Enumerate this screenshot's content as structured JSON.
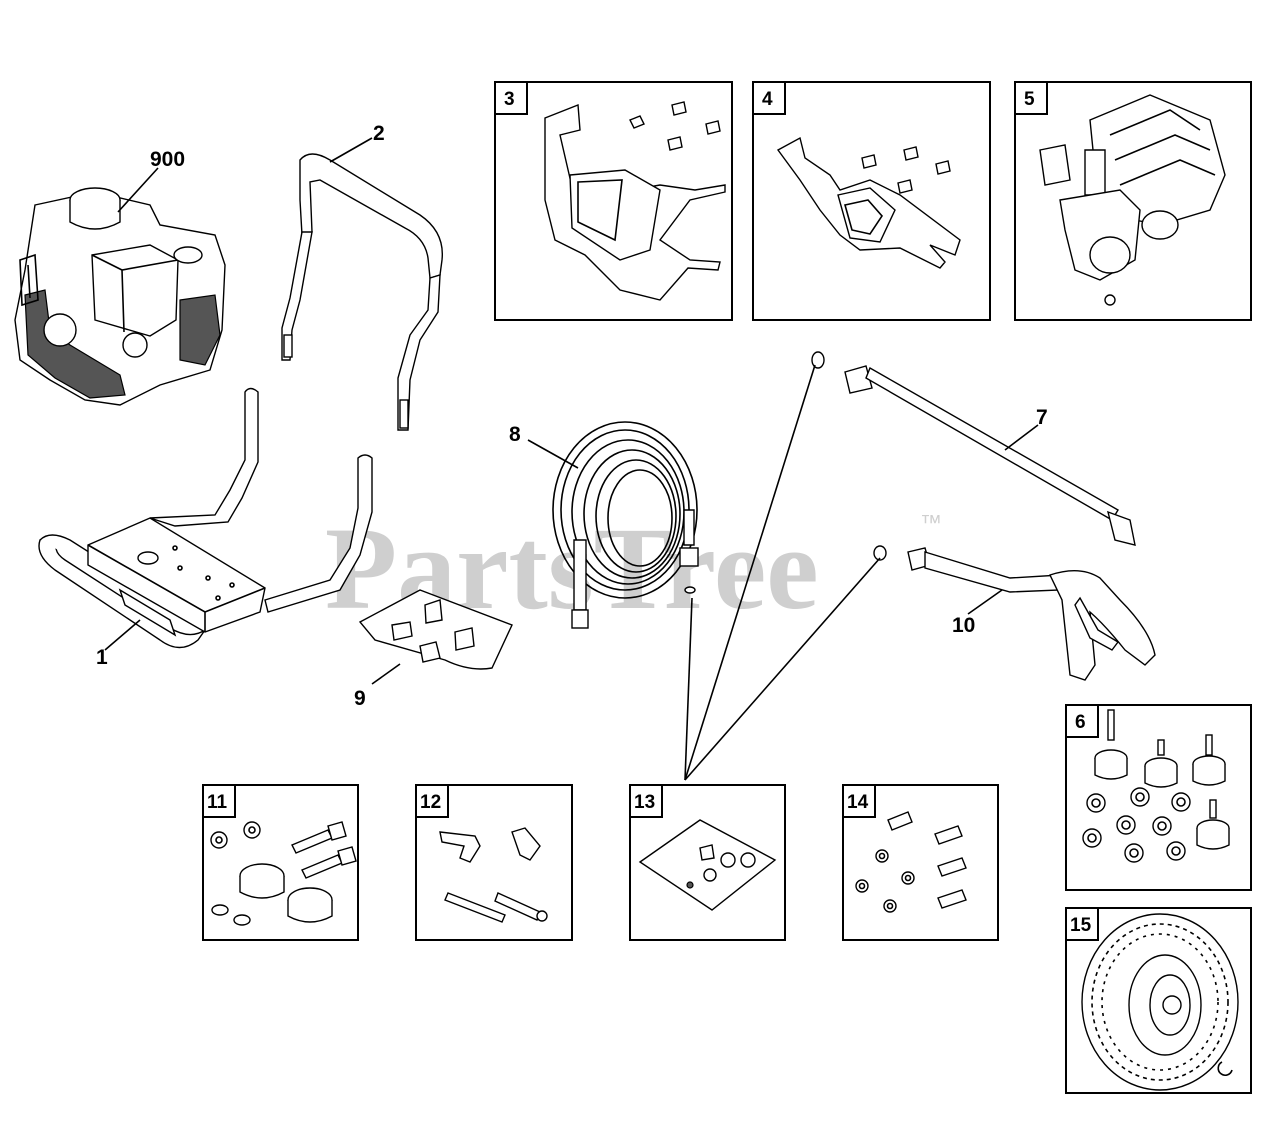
{
  "watermark": {
    "text": "PartsTree",
    "trademark": "™"
  },
  "callouts": {
    "p900": "900",
    "p1": "1",
    "p2": "2",
    "p7": "7",
    "p8": "8",
    "p9": "9",
    "p10": "10"
  },
  "boxes": {
    "b3": "3",
    "b4": "4",
    "b5": "5",
    "b6": "6",
    "b11": "11",
    "b12": "12",
    "b13": "13",
    "b14": "14",
    "b15": "15"
  }
}
